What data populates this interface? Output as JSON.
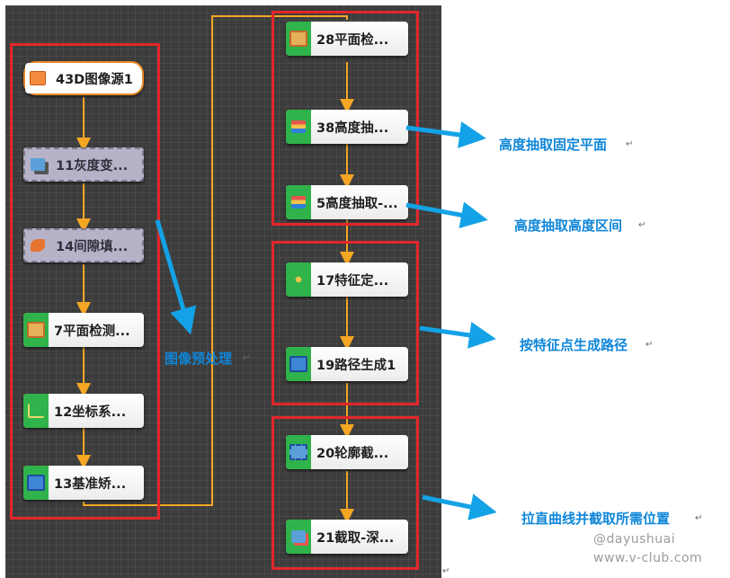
{
  "nodes": {
    "n1": {
      "label": "43D图像源1",
      "icon": "image-source-icon"
    },
    "n2": {
      "label": "11灰度变...",
      "icon": "grayscale-icon"
    },
    "n3": {
      "label": "14间隙填...",
      "icon": "gap-fill-icon"
    },
    "n4": {
      "label": "7平面检测...",
      "icon": "plane-detect-icon"
    },
    "n5": {
      "label": "12坐标系...",
      "icon": "coordinate-system-icon"
    },
    "n6": {
      "label": "13基准矫...",
      "icon": "datum-correction-icon"
    },
    "n7": {
      "label": "28平面检...",
      "icon": "plane-detect-icon"
    },
    "n8": {
      "label": "38高度抽...",
      "icon": "height-extract-icon"
    },
    "n9": {
      "label": "5高度抽取-...",
      "icon": "height-extract-icon"
    },
    "n10": {
      "label": "17特征定...",
      "icon": "feature-locate-icon"
    },
    "n11": {
      "label": "19路径生成1",
      "icon": "path-generate-icon"
    },
    "n12": {
      "label": "20轮廓截...",
      "icon": "contour-cut-icon"
    },
    "n13": {
      "label": "21截取-深...",
      "icon": "cut-depth-icon"
    }
  },
  "annotations": {
    "preprocess": "图像预处理",
    "height_plane": "高度抽取固定平面",
    "height_range": "高度抽取高度区间",
    "feature_path": "按特征点生成路径",
    "straighten": "拉直曲线并截取所需位置"
  },
  "watermark": {
    "user": "@dayushuai",
    "site": "www.v-club.com"
  },
  "colors": {
    "canvas": "#3c3c3c",
    "connector": "#f5a623",
    "node_icon_bg": "#2fb34a",
    "disabled_node": "#b6b3c9",
    "source_border": "#e98a2a",
    "highlight_box": "#e3262a",
    "annotation_text": "#0f86d8",
    "annotation_arrow": "#14a2e6"
  }
}
